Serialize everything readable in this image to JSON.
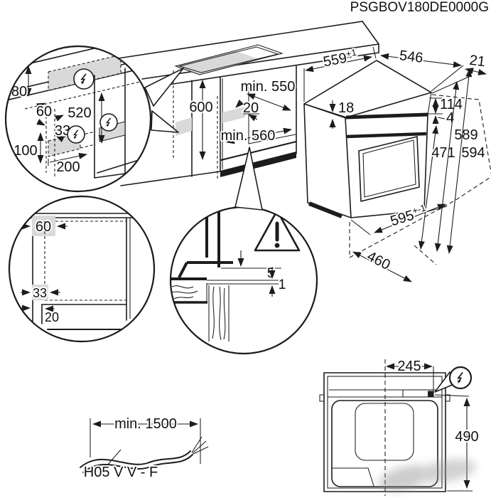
{
  "drawing": {
    "model_number": "PSGBOV180DE0000G"
  },
  "icons": {
    "power": "lightning-bolt-circle",
    "warning": "exclamation-triangle"
  },
  "colors": {
    "line": "#1c1c1c",
    "shaded_zone": "#d9d9d9"
  },
  "niche_detail": {
    "top_clearance": "80",
    "front_offset": "60",
    "height": "520",
    "side_offset": "33",
    "bottom_zone_height": "100",
    "bottom_zone_width": "200"
  },
  "cabinet": {
    "height": "600",
    "top_depth": "min. 550",
    "side_gap": "20",
    "bottom_depth": "min. 560"
  },
  "oven": {
    "top_width": "559",
    "top_width_tol": "+1",
    "body_depth": "546",
    "front_overhang": "21",
    "top_inset": "18",
    "panel_height": "114",
    "panel_gap": "4",
    "door_height": "471",
    "body_height": "589",
    "total_height": "594",
    "front_width": "595",
    "front_width_tol": "+-1",
    "bottom_depth": "460"
  },
  "front_detail": {
    "top_offset": "60",
    "side_offset": "33",
    "plinth_recess": "20"
  },
  "gap_detail": {
    "rear_gap": "5",
    "front_gap": "1"
  },
  "cable": {
    "min_length": "min. 1500",
    "type": "H05 V V - F"
  },
  "top_view": {
    "connector_offset": "245",
    "depth": "490"
  }
}
